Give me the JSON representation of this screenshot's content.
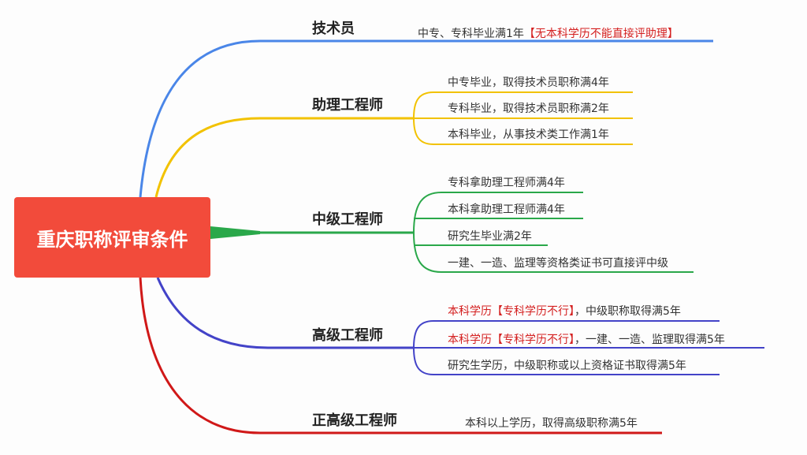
{
  "center": {
    "title": "重庆职称评审条件"
  },
  "colors": {
    "center": "#f24b3b",
    "tech": "#4a86e8",
    "assistant": "#f2c200",
    "mid": "#2aa84a",
    "senior": "#4343c8",
    "full": "#d01818",
    "highlight": "#d42020"
  },
  "branches": [
    {
      "label": "技术员",
      "items": [
        {
          "text": "中专、专科毕业满1年",
          "highlight": "【无本科学历不能直接评助理】"
        }
      ]
    },
    {
      "label": "助理工程师",
      "items": [
        {
          "text": "中专毕业，取得技术员职称满4年"
        },
        {
          "text": "专科毕业，取得技术员职称满2年"
        },
        {
          "text": "本科毕业，从事技术类工作满1年"
        }
      ]
    },
    {
      "label": "中级工程师",
      "items": [
        {
          "text": "专科拿助理工程师满4年"
        },
        {
          "text": "本科拿助理工程师满4年"
        },
        {
          "text": "研究生毕业满2年"
        },
        {
          "text": "一建、一造、监理等资格类证书可直接评中级"
        }
      ]
    },
    {
      "label": "高级工程师",
      "items": [
        {
          "highlight": "本科学历【专科学历不行】",
          "text": "，中级职称取得满5年"
        },
        {
          "highlight": "本科学历【专科学历不行】",
          "text": "，一建、一造、监理取得满5年"
        },
        {
          "text": "研究生学历，中级职称或以上资格证书取得满5年"
        }
      ]
    },
    {
      "label": "正高级工程师",
      "items": [
        {
          "text": "本科以上学历，取得高级职称满5年"
        }
      ]
    }
  ]
}
